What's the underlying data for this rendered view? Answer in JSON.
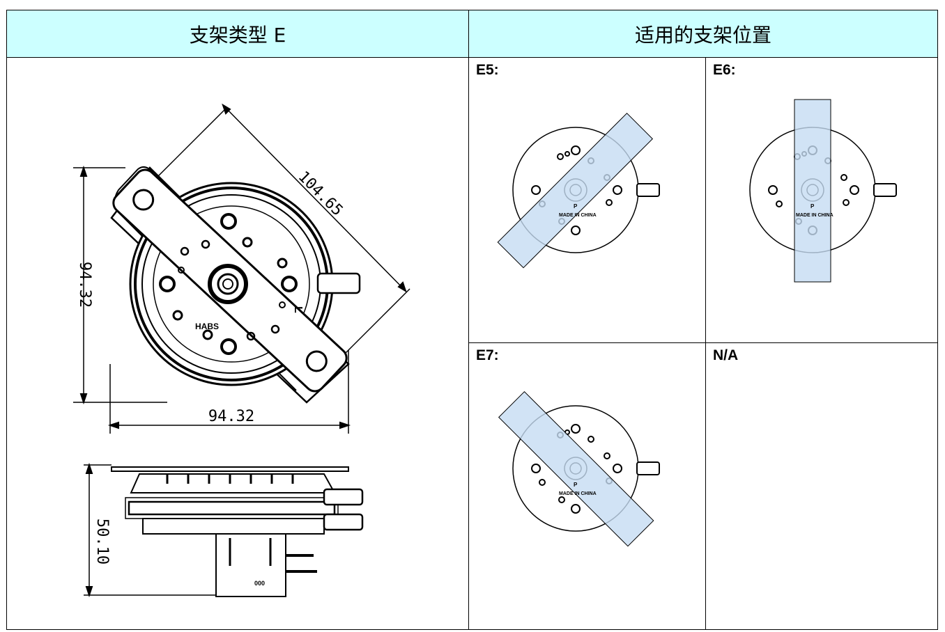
{
  "table": {
    "header_left": "支架类型 E",
    "header_right": "适用的支架位置"
  },
  "drawing": {
    "dim_diagonal": "104.65",
    "dim_height": "94.32",
    "dim_width": "94.32",
    "dim_depth": "50.10",
    "brand_text": "HABS",
    "marking_text": "MADE IN CHINA",
    "pin_label": "P",
    "side_label": "L",
    "stamp_text": "000"
  },
  "positions": [
    {
      "label": "E5:",
      "bracket_angle_deg": 45,
      "bracket_color": "#c5dcf3"
    },
    {
      "label": "E6:",
      "bracket_angle_deg": 0,
      "bracket_color": "#c5dcf3"
    },
    {
      "label": "E7:",
      "bracket_angle_deg": -45,
      "bracket_color": "#c5dcf3"
    },
    {
      "label": "N/A"
    }
  ]
}
